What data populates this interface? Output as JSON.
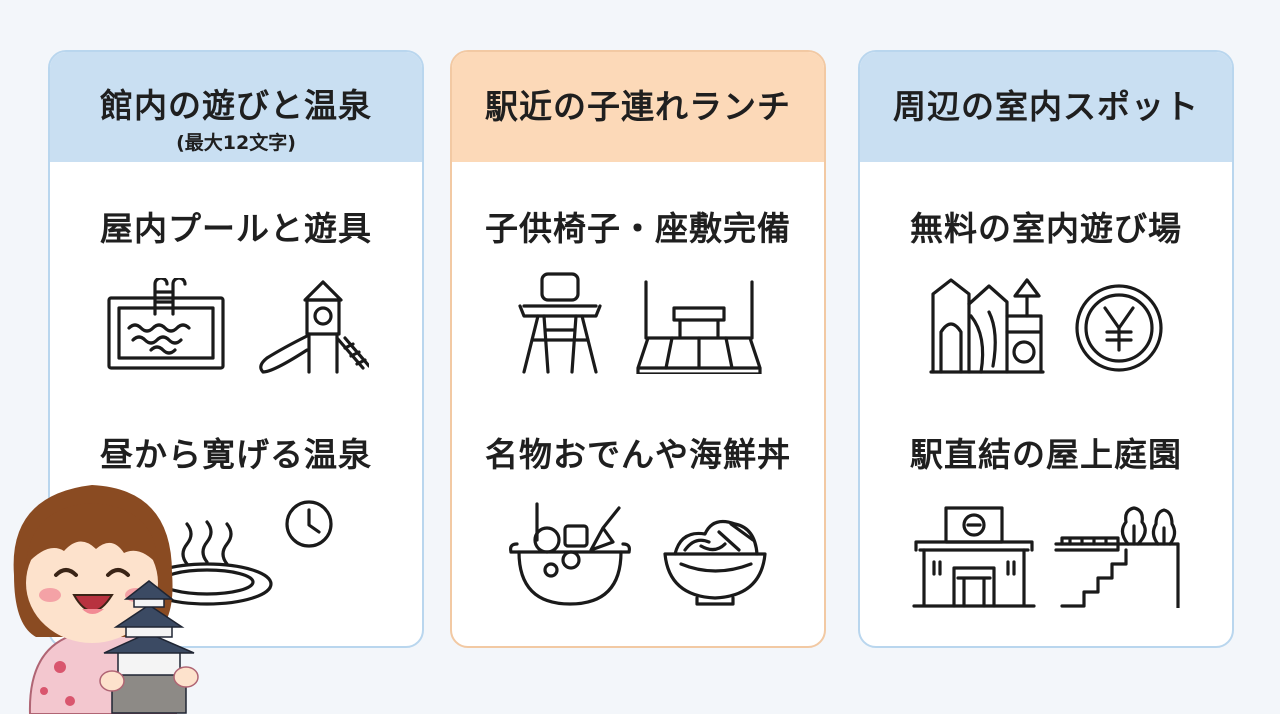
{
  "cards": [
    {
      "title": "館内の遊びと温泉",
      "subtitle": "(最大12文字)",
      "items": [
        {
          "label": "屋内プールと遊具",
          "icons": [
            "pool-icon",
            "slide-tower-icon"
          ]
        },
        {
          "label": "昼から寛げる温泉",
          "icons": [
            "hot-spring-icon",
            "clock-icon"
          ]
        }
      ],
      "accent": "#c9dff2"
    },
    {
      "title": "駅近の子連れランチ",
      "items": [
        {
          "label": "子供椅子・座敷完備",
          "icons": [
            "high-chair-icon",
            "tatami-table-icon"
          ]
        },
        {
          "label": "名物おでんや海鮮丼",
          "icons": [
            "oden-pot-icon",
            "seafood-bowl-icon"
          ]
        }
      ],
      "accent": "#fcd9b8"
    },
    {
      "title": "周辺の室内スポット",
      "items": [
        {
          "label": "無料の室内遊び場",
          "icons": [
            "indoor-playground-icon",
            "yen-coin-icon"
          ]
        },
        {
          "label": "駅直結の屋上庭園",
          "icons": [
            "station-building-icon",
            "rooftop-garden-icon"
          ]
        }
      ],
      "accent": "#c9dff2"
    }
  ]
}
